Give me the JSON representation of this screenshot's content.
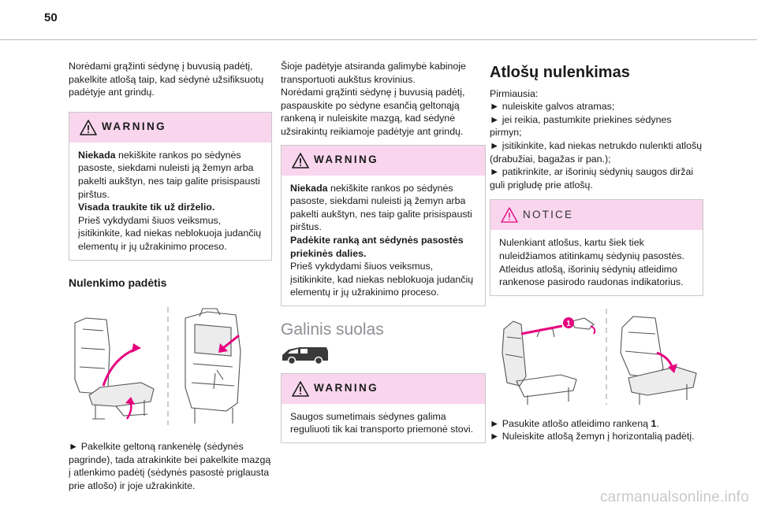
{
  "page": {
    "number": "50",
    "watermark": "carmanualsonline.info"
  },
  "col1": {
    "intro": "Norėdami grąžinti sėdynę į buvusią padėtį, pakelkite atlošą taip, kad sėdynė užsifiksuotų padėtyje ant grindų.",
    "warning": {
      "label": "WARNING",
      "b1": "Niekada",
      "t1": " nekiškite rankos po sėdynės pasoste, siekdami nuleisti ją žemyn arba pakelti aukštyn, nes taip galite prisispausti pirštus.",
      "b2": "Visada traukite tik už dirželio.",
      "t2": "Prieš vykdydami šiuos veiksmus, įsitikinkite, kad niekas neblokuoja judančių elementų ir jų užrakinimo proceso."
    },
    "heading": "Nulenkimo padėtis",
    "caption": "► Pakelkite geltoną rankenėlę (sėdynės pagrinde), tada atrakinkite bei pakelkite mazgą į atlenkimo padėtį (sėdynės pasostė priglausta prie atlošo) ir joje užrakinkite."
  },
  "col2": {
    "intro": "Šioje padėtyje atsiranda galimybė kabinoje transportuoti aukštus krovinius.\nNorėdami grąžinti sėdynę į buvusią padėtį, paspauskite po sėdyne esančią geltonąją rankeną ir nuleiskite mazgą, kad sėdynė užsirakintų reikiamoje padėtyje ant grindų.",
    "warning": {
      "label": "WARNING",
      "b1": "Niekada",
      "t1": " nekiškite rankos po sėdynės pasoste, siekdami nuleisti ją žemyn arba pakelti aukštyn, nes taip galite prisispausti pirštus.",
      "b2": "Padėkite ranką ant sėdynės pasostės priekinės dalies.",
      "t2": "Prieš vykdydami šiuos veiksmus, įsitikinkite, kad niekas neblokuoja judančių elementų ir jų užrakinimo proceso."
    },
    "section_title": "Galinis suolas",
    "warning2": {
      "label": "WARNING",
      "text": "Saugos sumetimais sėdynes galima reguliuoti tik kai transporto priemonė stovi."
    }
  },
  "col3": {
    "heading": "Atlošų nulenkimas",
    "first": "Pirmiausia:",
    "steps": [
      "► nuleiskite galvos atramas;",
      "► jei reikia, pastumkite priekines sėdynes pirmyn;",
      "► įsitikinkite, kad niekas netrukdo nulenkti atlošų (drabužiai, bagažas ir pan.);",
      "► patikrinkite, ar išorinių sėdynių saugos diržai guli prigludę prie atlošų."
    ],
    "notice": {
      "label": "NOTICE",
      "text": "Nulenkiant atlošus, kartu šiek tiek nuleidžiamos atitinkamų sėdynių pasostės. Atleidus atlošą, išorinių sėdynių atleidimo rankenose pasirodo raudonas indikatorius."
    },
    "callout": "1",
    "caption1_pre": "► Pasukite atlošo atleidimo rankeną ",
    "caption1_num": "1",
    "caption1_post": ".",
    "caption2": "► Nuleiskite atlošą žemyn į horizontalią padėtį."
  },
  "colors": {
    "box_header": "#f9d6ee",
    "arrow": "#e6007e",
    "border": "#c8c8c8"
  }
}
